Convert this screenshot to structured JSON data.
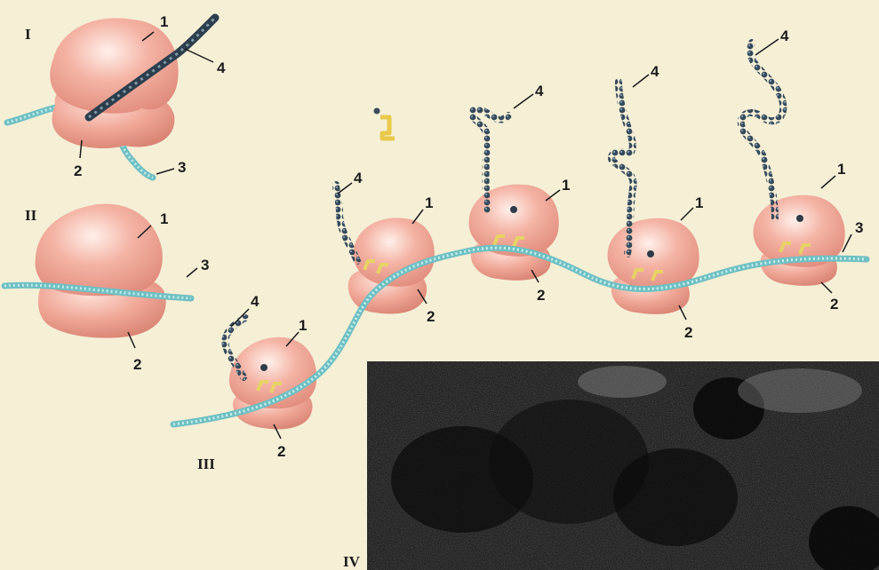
{
  "panels": {
    "i": "I",
    "ii": "II",
    "iii": "III",
    "iv": "IV"
  },
  "labels": {
    "large_subunit": "1",
    "small_subunit": "2",
    "mrna": "3",
    "polypeptide": "4"
  },
  "colors": {
    "background": "#f5efd6",
    "ribosome": "#f2a99a",
    "mrna": "#8fd3d4",
    "polypeptide": "#3e5566",
    "trna": "#e8d266",
    "micrograph": "#1a1a1a"
  }
}
